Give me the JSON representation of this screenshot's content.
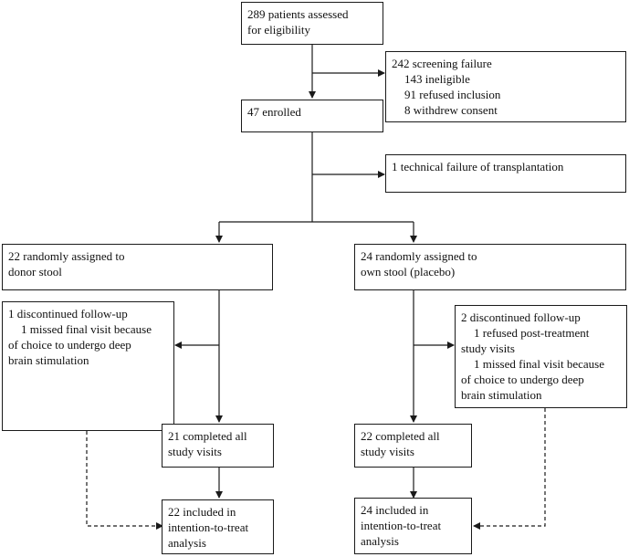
{
  "flowchart": {
    "assessed": [
      "289 patients assessed",
      "for eligibility"
    ],
    "screening_failure": {
      "title": "242 screening failure",
      "items": [
        "143 ineligible",
        "91 refused inclusion",
        "8 withdrew consent"
      ]
    },
    "enrolled": "47 enrolled",
    "technical_failure": "1 technical failure of transplantation",
    "donor_arm": {
      "assigned": [
        "22 randomly assigned to",
        "donor stool"
      ],
      "discontinued": {
        "title": "1 discontinued follow-up",
        "lines": [
          "1 missed final visit because",
          "of choice to undergo deep",
          "brain stimulation"
        ]
      },
      "completed": [
        "21 completed all",
        "study visits"
      ],
      "itt": [
        "22 included in",
        "intention-to-treat",
        "analysis"
      ]
    },
    "placebo_arm": {
      "assigned": [
        "24 randomly assigned to",
        "own stool (placebo)"
      ],
      "discontinued": {
        "title": "2 discontinued follow-up",
        "lines": [
          "1 refused post-treatment",
          "study visits",
          "1 missed final visit because",
          "of choice to undergo deep",
          "brain stimulation"
        ]
      },
      "completed": [
        "22 completed all",
        "study visits"
      ],
      "itt": [
        "24 included in",
        "intention-to-treat",
        "analysis"
      ]
    }
  }
}
